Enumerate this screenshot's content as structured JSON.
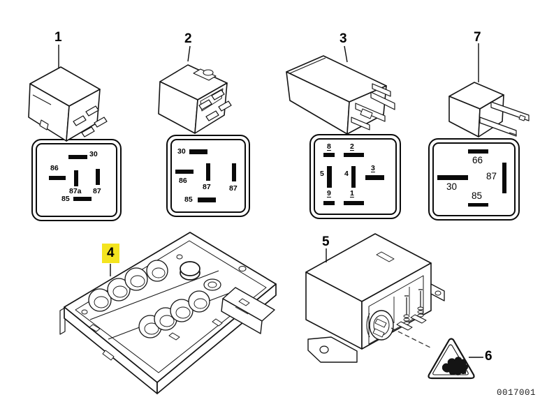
{
  "watermark": "0017001",
  "colors": {
    "highlight": "#F4E41F",
    "line": "#0a0a0a",
    "background": "#ffffff"
  },
  "items": {
    "i1": "1",
    "i2": "2",
    "i3": "3",
    "i4": "4",
    "i5": "5",
    "i6": "6",
    "i7": "7"
  },
  "pin_boxes": {
    "box1": {
      "p30": "30",
      "p86": "86",
      "p87a": "87a",
      "p87": "87",
      "p85": "85"
    },
    "box2": {
      "p30": "30",
      "p86": "86",
      "p87_center": "87",
      "p87_right": "87",
      "p85": "85"
    },
    "box3": {
      "p8": "8",
      "p2": "2",
      "p5": "5",
      "p4": "4",
      "p3": "3",
      "p9": "9",
      "p1": "1"
    },
    "box7": {
      "p66": "66",
      "p30": "30",
      "p87": "87",
      "p85": "85"
    }
  }
}
